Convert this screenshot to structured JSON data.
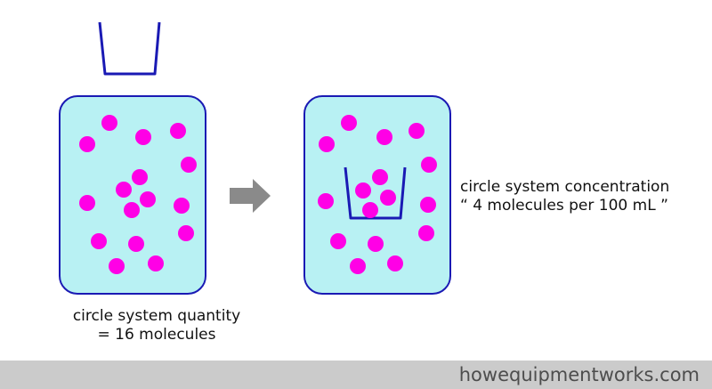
{
  "labels": {
    "quantity_line1": "circle system quantity",
    "quantity_line2": "= 16 molecules",
    "concentration_line1": "circle system concentration",
    "concentration_line2": "“ 4 molecules per 100 mL ”"
  },
  "footer": {
    "site": "howequipmentworks.com"
  },
  "colors": {
    "container_fill": "#b8f1f3",
    "container_stroke": "#1a1ab4",
    "molecule": "#ff00e6",
    "beaker": "#1a1ab4",
    "arrow": "#8a8a8a",
    "footer_bg": "#cbcbcb",
    "footer_text": "#4d4d4d"
  },
  "quantity_molecule_count": 16,
  "sample_molecule_count": 4
}
